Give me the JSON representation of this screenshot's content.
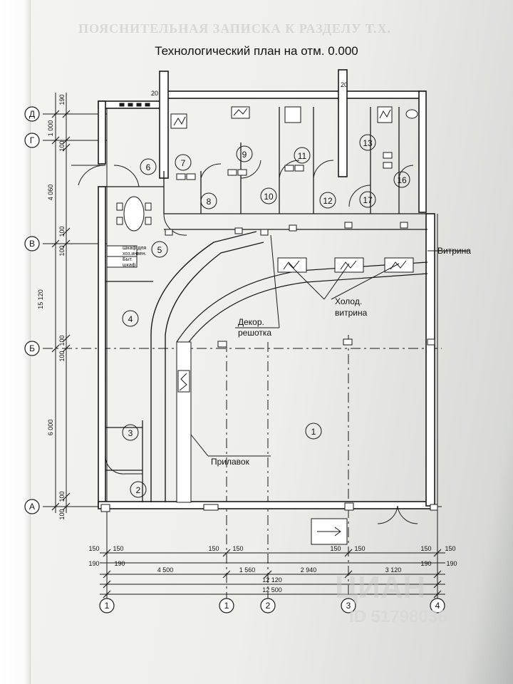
{
  "page": {
    "faint_header": "ПОЯСНИТЕЛЬНАЯ ЗАПИСКА К РАЗДЕЛУ Т.Х.",
    "title": "Технологический план на отм. 0.000"
  },
  "axes": {
    "letters": [
      "Д",
      "Г",
      "В",
      "Б",
      "А"
    ],
    "numbers": [
      "1",
      "1",
      "2",
      "3",
      "4"
    ]
  },
  "rooms": [
    "1",
    "2",
    "3",
    "4",
    "5",
    "6",
    "7",
    "8",
    "9",
    "10",
    "11",
    "12",
    "13",
    "16",
    "17"
  ],
  "labels": {
    "vitrina": "Витрина",
    "holod_1": "Холод.",
    "holod_2": "витрина",
    "dekor_1": "Декор.",
    "dekor_2": "решотка",
    "prilavok": "Прилавок",
    "shkaf_1": "Шкаф для",
    "shkaf_2": "хоз.инвен.",
    "shkaf_3": "Быт.",
    "shkaf_4": "шкаф"
  },
  "dims_left": [
    "190",
    "1 000",
    "100",
    "4 060",
    "100",
    "100",
    "15 120",
    "100",
    "100",
    "6 000",
    "100",
    "100"
  ],
  "dims_bottom": {
    "col_ticks": [
      "150",
      "150",
      "150",
      "150",
      "150",
      "150",
      "150",
      "150"
    ],
    "row190": [
      "190",
      "190",
      "190",
      "190"
    ],
    "spans": [
      "4 500",
      "1 560",
      "2 940",
      "3 120"
    ],
    "sub_total": "12 120",
    "total": "12 500"
  },
  "dims_top": [
    "20",
    "20"
  ],
  "watermark": {
    "text": "ЦИАН",
    "id": "ID 51798036"
  }
}
